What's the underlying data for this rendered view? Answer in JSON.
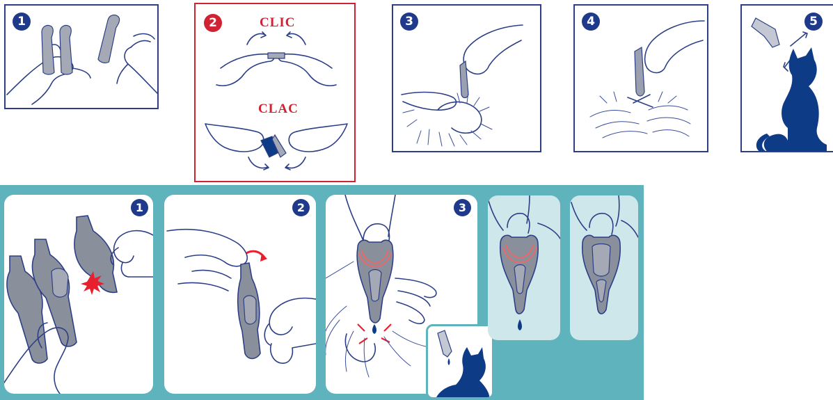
{
  "top_steps": [
    {
      "number": "1"
    },
    {
      "number": "2",
      "upper_word": "CLIC",
      "lower_word": "CLAC"
    },
    {
      "number": "3"
    },
    {
      "number": "4"
    },
    {
      "number": "5"
    }
  ],
  "bottom_steps": [
    {
      "number": "1"
    },
    {
      "number": "2"
    },
    {
      "number": "3"
    }
  ],
  "colors": {
    "outline": "#2c3f86",
    "highlight_red": "#cf2232",
    "teal_background": "#5fb3bd",
    "cat_blue": "#0d3b86",
    "pipette_grey": "#8a8f9c"
  }
}
